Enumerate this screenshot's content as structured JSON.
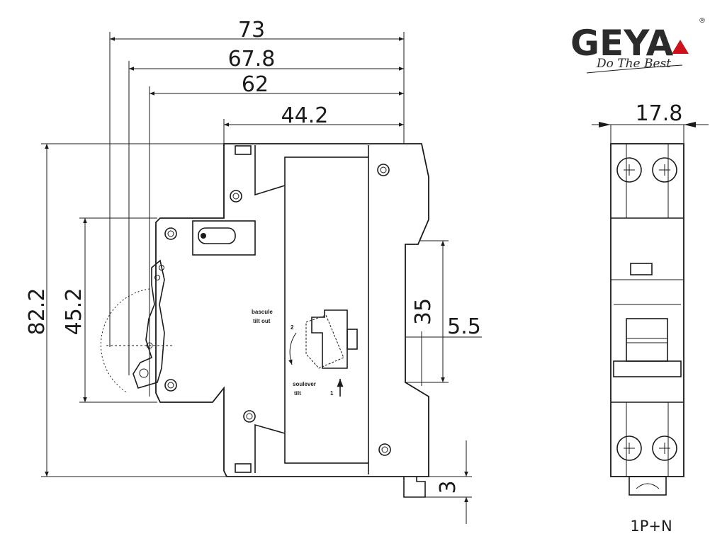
{
  "logo": {
    "brand": "GEYA",
    "registered": "®",
    "slogan": "Do The Best",
    "accent_color": "#d0111b"
  },
  "side_view": {
    "dimensions": {
      "overall_width": "73",
      "width_2": "67.8",
      "width_3": "62",
      "width_4": "44.2",
      "height": "82.2",
      "toggle_height": "45.2",
      "rail_height": "35",
      "rail_offset": "5.5",
      "clip_height": "3"
    },
    "labels": {
      "bascule_line1": "bascule",
      "bascule_line2": "tilt out",
      "soulever_line1": "soulever",
      "soulever_line2": "tilt",
      "num_2": "2",
      "num_1": "1"
    }
  },
  "front_view": {
    "dimensions": {
      "width": "17.8"
    },
    "caption": "1P+N"
  },
  "colors": {
    "line": "#1a1a1a",
    "background": "#ffffff"
  }
}
